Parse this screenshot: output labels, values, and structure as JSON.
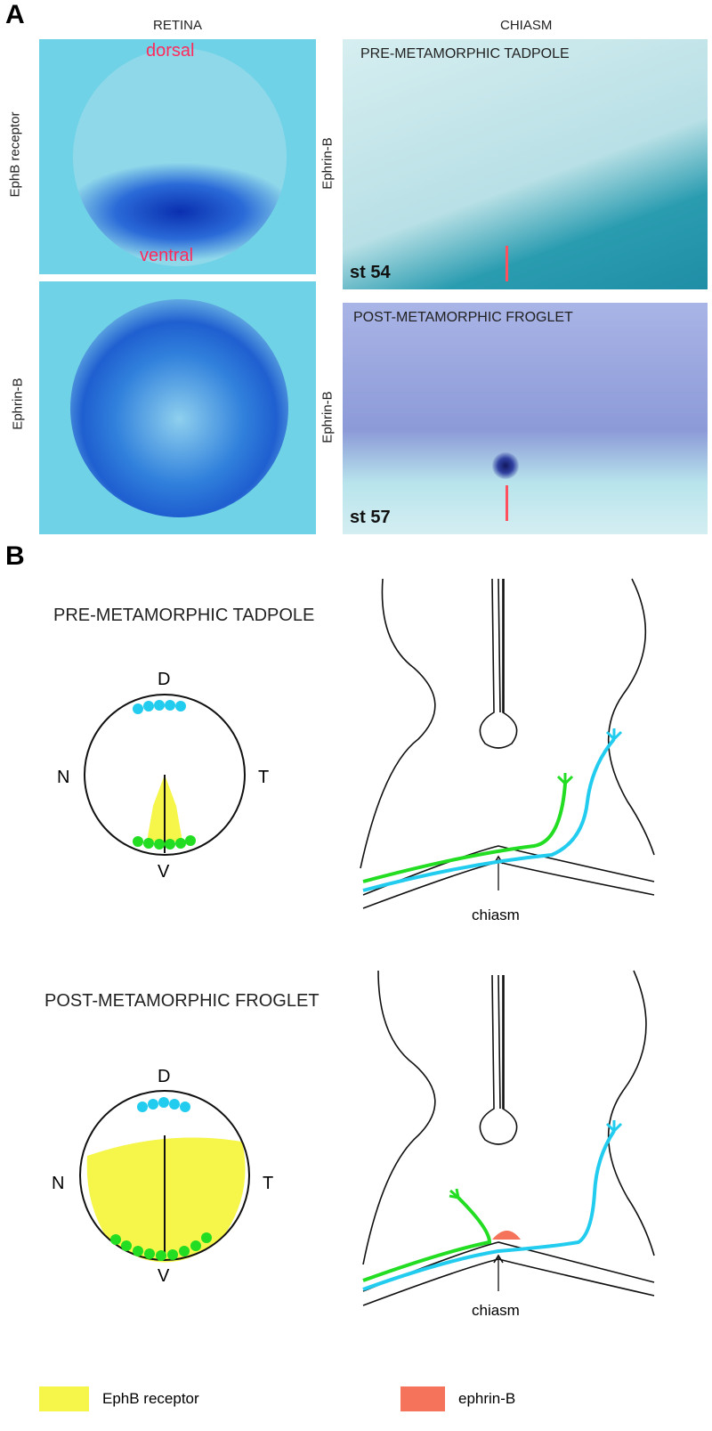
{
  "panel_a": {
    "label": "A",
    "retina_header": "RETINA",
    "chiasm_header": "CHIASM",
    "retina_top": {
      "row_label": "EphB receptor",
      "top_text": "dorsal",
      "bottom_text": "ventral"
    },
    "retina_bottom": {
      "row_label": "Ephrin-B"
    },
    "chiasm_top": {
      "row_label": "Ephrin-B",
      "title": "PRE-METAMORPHIC TADPOLE",
      "stage": "st 54"
    },
    "chiasm_bottom": {
      "row_label": "Ephrin-B",
      "title": "POST-METAMORPHIC FROGLET",
      "stage": "st 57"
    }
  },
  "panel_b": {
    "label": "B",
    "tadpole": {
      "title": "PRE-METAMORPHIC TADPOLE",
      "D": "D",
      "N": "N",
      "T": "T",
      "V": "V",
      "chiasm": "chiasm"
    },
    "froglet": {
      "title": "POST-METAMORPHIC FROGLET",
      "D": "D",
      "N": "N",
      "T": "T",
      "V": "V",
      "chiasm": "chiasm"
    },
    "legend": [
      {
        "label": "EphB receptor",
        "color": "#f5f54a"
      },
      {
        "label": "ephrin-B",
        "color": "#f5735a"
      }
    ]
  },
  "colors": {
    "cyan": "#22ccee",
    "green": "#22dd22",
    "yellow": "#f5f54a",
    "orange": "#f5735a"
  }
}
